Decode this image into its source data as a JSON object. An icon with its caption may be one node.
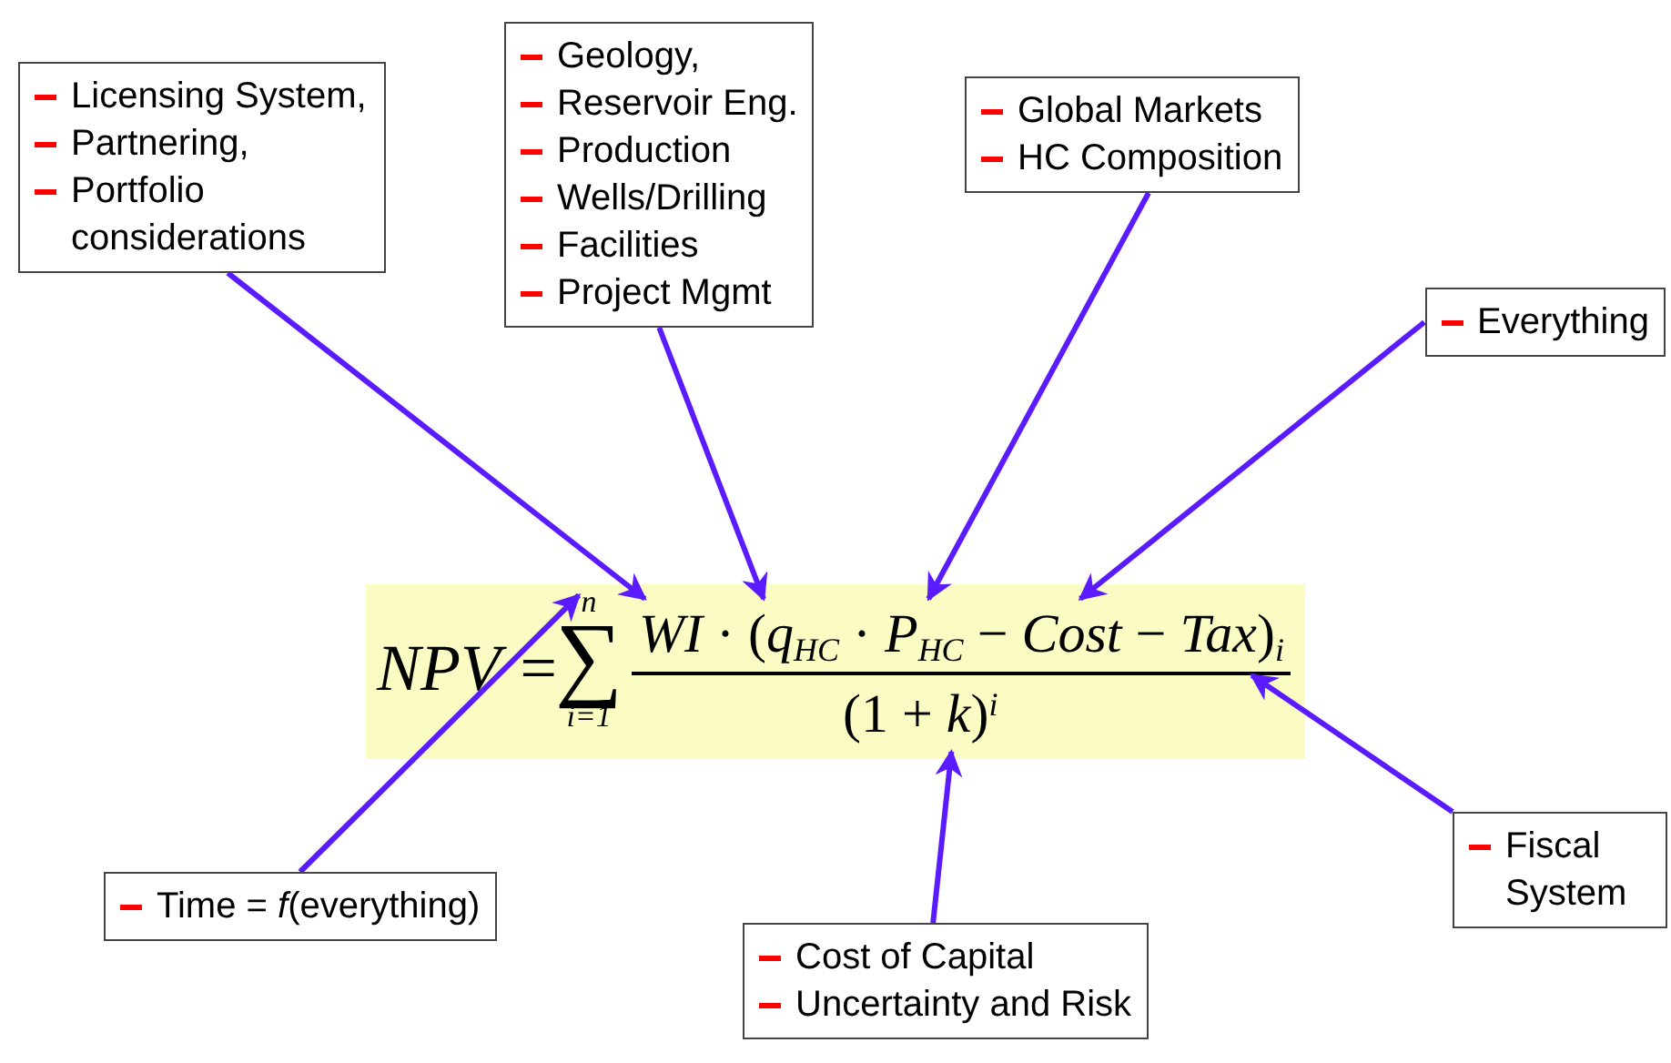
{
  "diagram": {
    "nodes": [
      {
        "text": [
          "Licensing System,",
          "Partnering,",
          "Portfolio considerations"
        ]
      },
      {
        "text": [
          "Geology,",
          "Reservoir Eng.",
          "Production",
          "Wells/Drilling",
          "Facilities",
          "Project Mgmt"
        ]
      },
      {
        "text": [
          "Global Markets",
          "HC Composition"
        ]
      },
      {
        "text": [
          "Everything"
        ]
      },
      {
        "text": [
          "Time = *f*(everything)"
        ]
      },
      {
        "text": [
          "Cost of Capital",
          "Uncertainty and Risk"
        ]
      },
      {
        "text": [
          "Fiscal System"
        ]
      },
      {
        "text": [],
        "shape": "box"
      },
      {
        "text": [
          "NPV ="
        ],
        "in": 7
      },
      {
        "text": [
          "n",
          "∑",
          "i=1"
        ],
        "in": 7
      },
      {
        "text": [
          "*WI* · (*q*$_{HC}$ · *P*$_{HC}$ − *Cost* − *Tax*)$_{i}$"
        ],
        "in": 7
      },
      {
        "text": [
          "(1 + *k*)$^{i}$"
        ],
        "in": 7
      }
    ],
    "edges": [
      {
        "from": 0,
        "to": 10,
        "arrow": "to"
      },
      {
        "from": 1,
        "to": 10,
        "arrow": "to"
      },
      {
        "from": 2,
        "to": 10,
        "arrow": "to"
      },
      {
        "from": 3,
        "to": 10,
        "arrow": "to"
      },
      {
        "from": 4,
        "to": 9,
        "arrow": "to"
      },
      {
        "from": 5,
        "to": 11,
        "arrow": "to"
      },
      {
        "from": 6,
        "to": 10,
        "arrow": "to"
      }
    ]
  }
}
